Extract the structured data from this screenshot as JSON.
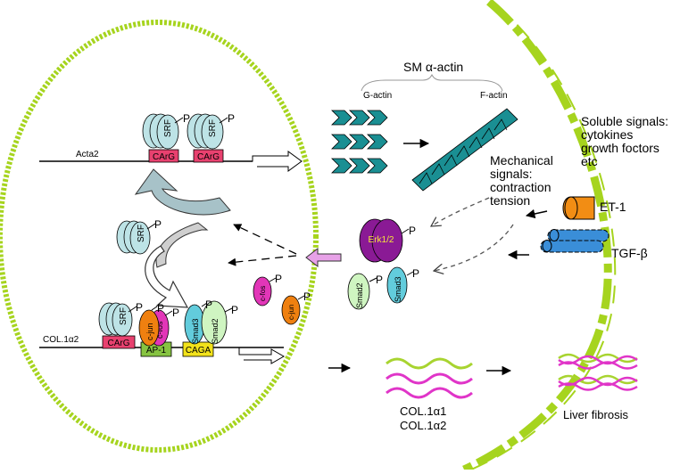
{
  "labels": {
    "acta2": "Acta2",
    "col1a2_gene": "COL.1α2",
    "sm_actin": "SM α-actin",
    "g_actin": "G-actin",
    "f_actin": "F-actin",
    "soluble_signals": [
      "Soluble signals:",
      "cytokines",
      "growth foctors",
      "etc"
    ],
    "mechanical_signals": [
      "Mechanical",
      "signals:",
      "contraction",
      "tension"
    ],
    "et1": "ET-1",
    "tgfb": "TGF-β",
    "erk": "Erk1/2",
    "smad2": "Smad2",
    "smad3": "Smad3",
    "cfos": "c-fos",
    "cjun": "c-jun",
    "srf": "SRF",
    "p": "P",
    "carg": "CArG",
    "ap1": "AP-1",
    "caga": "CAGA",
    "col1a1": "COL.1α1",
    "col1a2": "COL.1α2",
    "liver_fibrosis": "Liver fibrosis"
  },
  "colors": {
    "membrane": "#a6d41e",
    "srf": "#bde3e6",
    "carg": "#e8416f",
    "ap1": "#86c341",
    "caga": "#f2e21a",
    "cjun": "#ef8010",
    "cfos": "#e236b8",
    "smad3": "#62ccdc",
    "smad2": "#cff5c1",
    "erk": "#8a1a95",
    "erk_text": "#f5e63a",
    "et1": "#f28d14",
    "tgfb": "#3a8ed8",
    "actin": "#1a8f93",
    "fiber_green": "#a8d430",
    "fiber_pink": "#e035c8",
    "curve_arrow": "#a7c2c8",
    "pink_arrow": "#e7a1e7"
  }
}
